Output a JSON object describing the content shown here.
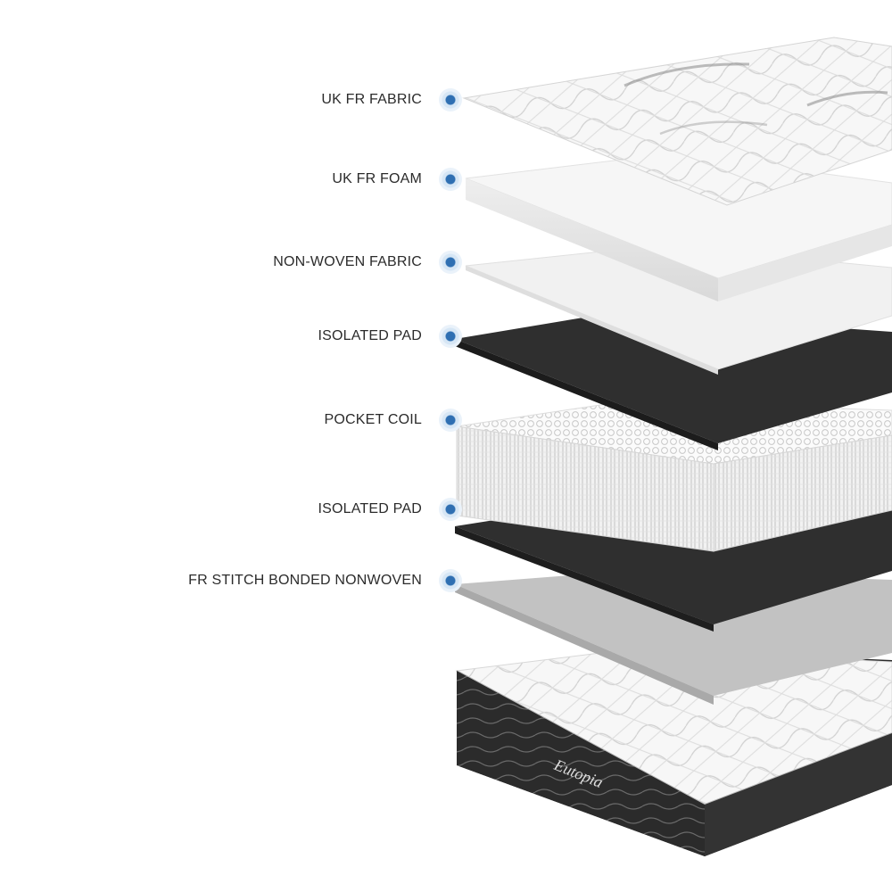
{
  "layers": [
    {
      "label": "UK FR FABRIC"
    },
    {
      "label": "UK FR FOAM"
    },
    {
      "label": "NON-WOVEN FABRIC"
    },
    {
      "label": "ISOLATED PAD"
    },
    {
      "label": "POCKET COIL"
    },
    {
      "label": "ISOLATED PAD"
    },
    {
      "label": "FR STITCH BONDED NONWOVEN"
    }
  ],
  "colors": {
    "dot": "#2f6fb2",
    "dark_layer": "#2e2e2e",
    "grey_layer": "#bdbdbd",
    "text": "#2b2b2b"
  }
}
